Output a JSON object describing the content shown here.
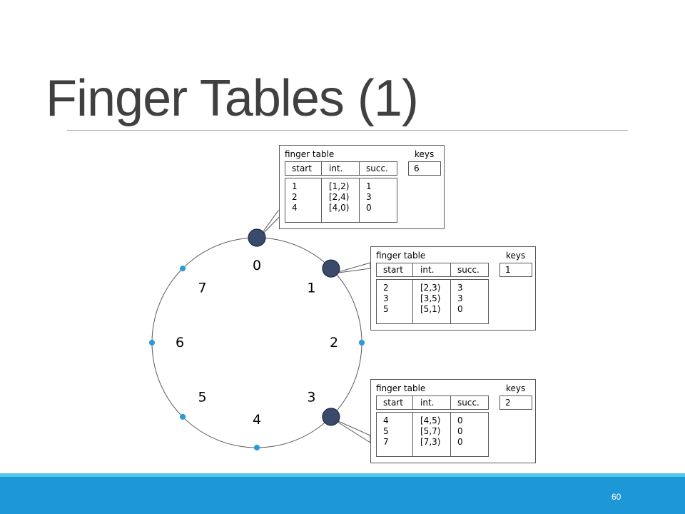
{
  "title": "Finger Tables (1)",
  "page_number": "60",
  "ring": {
    "identifiers": [
      "0",
      "1",
      "2",
      "3",
      "4",
      "5",
      "6",
      "7"
    ],
    "active_nodes": [
      0,
      1,
      3
    ],
    "colors": {
      "ring": "#595959",
      "active_node": "#3a4a6b",
      "empty_position": "#2b9ad8"
    }
  },
  "finger_tables": [
    {
      "node": "0",
      "label": "finger table",
      "keys_label": "keys",
      "headers": {
        "start": "start",
        "interval": "int.",
        "successor": "succ."
      },
      "start": [
        "1",
        "2",
        "4"
      ],
      "interval": [
        "[1,2)",
        "[2,4)",
        "[4,0)"
      ],
      "successor": [
        "1",
        "3",
        "0"
      ],
      "keys": "6"
    },
    {
      "node": "1",
      "label": "finger table",
      "keys_label": "keys",
      "headers": {
        "start": "start",
        "interval": "int.",
        "successor": "succ."
      },
      "start": [
        "2",
        "3",
        "5"
      ],
      "interval": [
        "[2,3)",
        "[3,5)",
        "[5,1)"
      ],
      "successor": [
        "3",
        "3",
        "0"
      ],
      "keys": "1"
    },
    {
      "node": "3",
      "label": "finger table",
      "keys_label": "keys",
      "headers": {
        "start": "start",
        "interval": "int.",
        "successor": "succ."
      },
      "start": [
        "4",
        "5",
        "7"
      ],
      "interval": [
        "[4,5)",
        "[5,7)",
        "[7,3)"
      ],
      "successor": [
        "0",
        "0",
        "0"
      ],
      "keys": "2"
    }
  ],
  "colors": {
    "title": "#404040",
    "footer": "#1d97d6",
    "footer_accent": "#52c6ee"
  }
}
